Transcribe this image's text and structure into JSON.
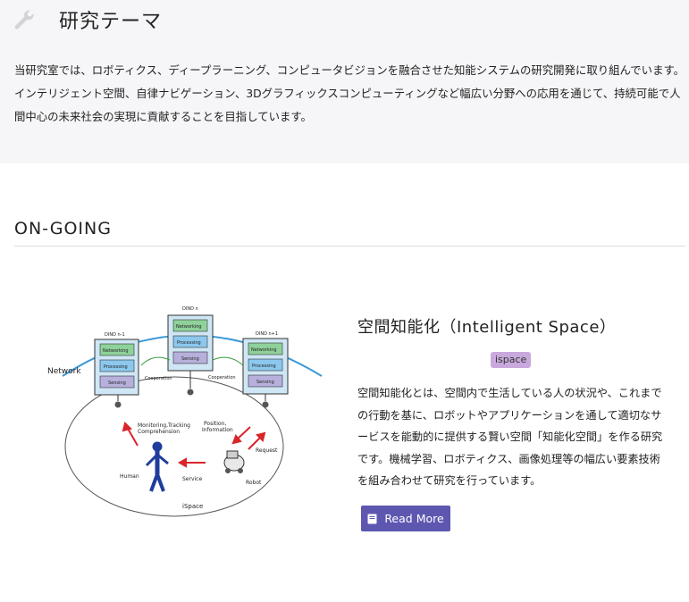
{
  "header": {
    "title": "研究テーマ",
    "intro": "当研究室では、ロボティクス、ディープラーニング、コンピュータビジョンを融合させた知能システムの研究開発に取り組んでいます。インテリジェント空間、自律ナビゲーション、3Dグラフィックスコンピューティングなど幅広い分野への応用を通じて、持続可能で人間中心の未来社会の実現に貢献することを目指しています。"
  },
  "section": {
    "title": "ON-GOING"
  },
  "project": {
    "title": "空間知能化（Intelligent Space）",
    "tag": "ispace",
    "description": "空間知能化とは、空間内で生活している人の状況や、これまでの行動を基に、ロボットやアプリケーションを通して適切なサービスを能動的に提供する賢い空間「知能化空間」を作る研究です。機械学習、ロボティクス、画像処理等の幅広い要素技術を組み合わせて研究を行っています。",
    "button_label": "Read More"
  },
  "diagram": {
    "node_left": "DIND n-1",
    "node_center": "DIND n",
    "node_right": "DIND n+1",
    "layer_networking": "Networking",
    "layer_processing": "Processing",
    "layer_sensing": "Sensing",
    "network_label": "Network",
    "cooperation_label": "Cooperation",
    "monitoring_label_1": "Monitoring,Tracking",
    "monitoring_label_2": "Comprehension",
    "position_label_1": "Position,",
    "position_label_2": "Information",
    "request_label": "Request",
    "human_label": "Human",
    "service_label": "Service",
    "robot_label": "Robot",
    "ispace_label": "iSpace"
  },
  "colors": {
    "accent": "#5e57b0",
    "tag_bg": "#c9a9dd",
    "networking": "#8fd19a",
    "processing": "#8cc8ee",
    "sensing": "#b7b0dc"
  }
}
